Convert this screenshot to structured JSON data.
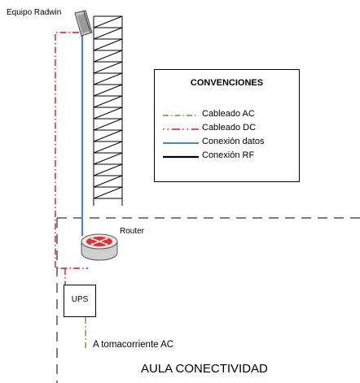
{
  "labels": {
    "radwin": "Equipo Radwin",
    "router": "Router",
    "ups": "UPS",
    "toma": "A tomacorriente AC",
    "aula": "AULA CONECTIVIDAD"
  },
  "legend": {
    "title": "CONVENCIONES",
    "items": [
      {
        "label": "Cableado AC",
        "color": "#7a8a3c",
        "style": "dash-dot"
      },
      {
        "label": "Cableado DC",
        "color": "#e0141e",
        "style": "dot-dash"
      },
      {
        "label": "Conexión datos",
        "color": "#4a86d8",
        "style": "solid"
      },
      {
        "label": "Conexión RF",
        "color": "#000000",
        "style": "solid-thick"
      }
    ]
  },
  "colors": {
    "ac": "#7a8a3c",
    "dc": "#e0141e",
    "data": "#4a86d8",
    "router_body": "#d9d9d9",
    "router_top": "#e03030"
  },
  "icons": [
    "antenna-icon",
    "router-icon",
    "tower-lattice"
  ]
}
